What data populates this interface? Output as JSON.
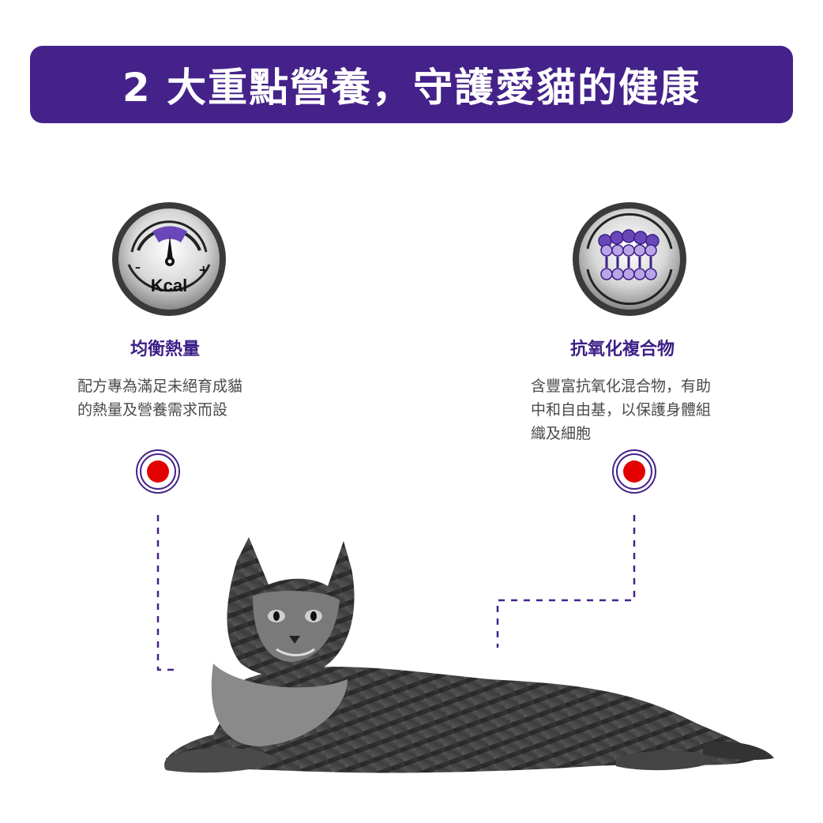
{
  "header": {
    "title": "2 大重點營養，守護愛貓的健康"
  },
  "features": [
    {
      "icon": "kcal-gauge-icon",
      "icon_text": "Kcal",
      "title": "均衡熱量",
      "description_lines": [
        "配方專為滿足未絕育成貓",
        "的熱量及營養需求而設"
      ]
    },
    {
      "icon": "antioxidant-molecule-icon",
      "title": "抗氧化複合物",
      "description_lines": [
        "含豐富抗氧化混合物，有助",
        "中和自由基，以保護身體組",
        "織及細胞"
      ]
    }
  ],
  "colors": {
    "brand_purple": "#44228a",
    "title_purple": "#3b1f86",
    "hotspot_red": "#e20000",
    "body_text": "#4a4a4a"
  }
}
